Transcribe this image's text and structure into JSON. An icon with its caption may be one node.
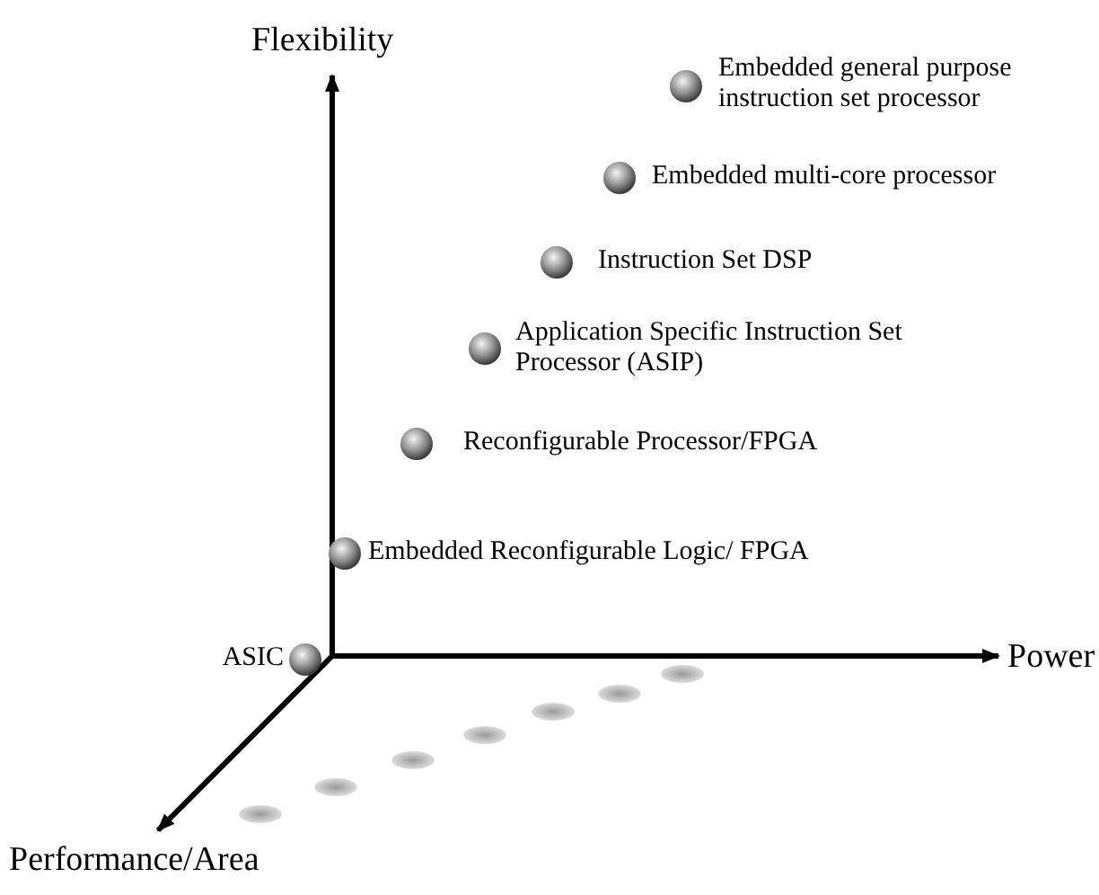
{
  "diagram": {
    "nodes": [
      {
        "text": [],
        "shape": "circle",
        "beside": [
          "ASIC"
        ]
      },
      {
        "text": [],
        "shape": "circle",
        "beside": [
          "Embedded Reconfigurable Logic/ FPGA"
        ]
      },
      {
        "text": [],
        "shape": "circle",
        "beside": [
          "Reconfigurable Processor/FPGA"
        ]
      },
      {
        "text": [],
        "shape": "circle",
        "beside": [
          "Application Specific Instruction Set Processor (ASIP)"
        ]
      },
      {
        "text": [],
        "shape": "circle",
        "beside": [
          "Instruction Set DSP"
        ]
      },
      {
        "text": [],
        "shape": "circle",
        "beside": [
          "Embedded multi-core processor"
        ]
      },
      {
        "text": [],
        "shape": "circle",
        "beside": [
          "Embedded general purpose instruction set processor"
        ]
      }
    ],
    "edges": [],
    "labels": [
      "Flexibility",
      "Power",
      "Performance/Area"
    ]
  }
}
